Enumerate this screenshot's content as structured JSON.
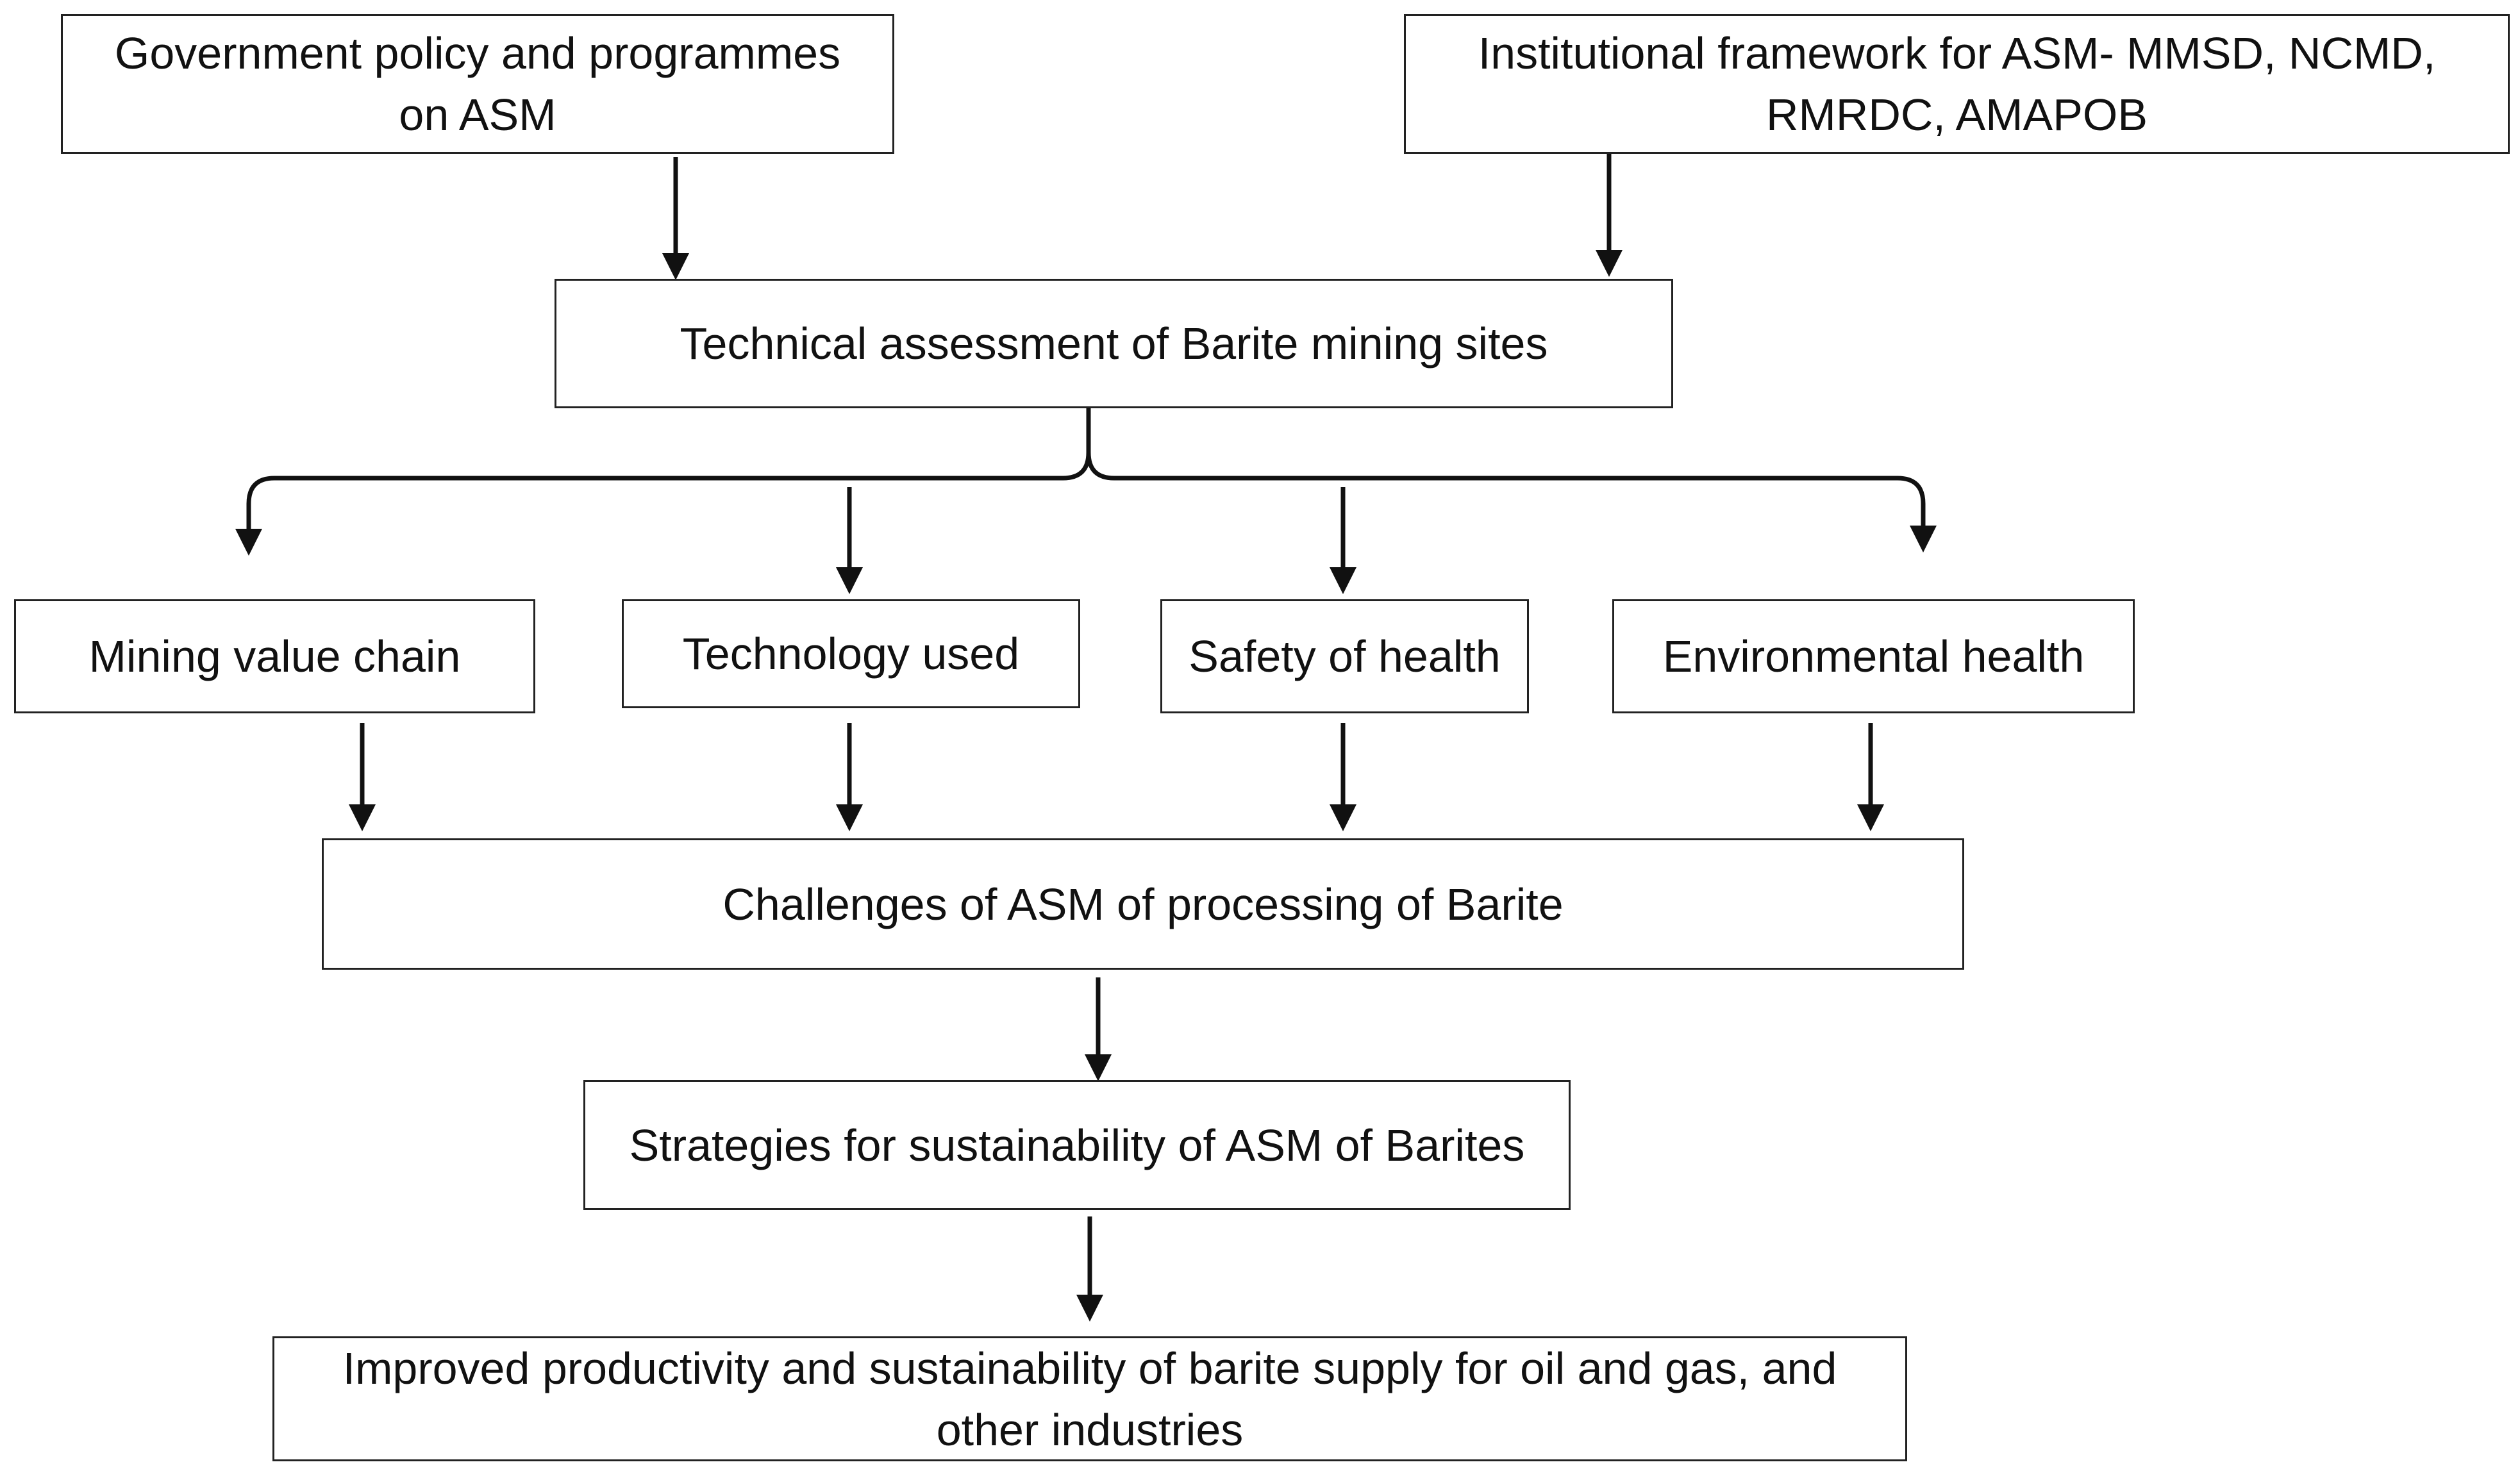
{
  "nodes": {
    "government_policy": "Government policy and programmes\non ASM",
    "institutional_framework": "Institutional framework for ASM- MMSD, NCMD,\nRMRDC, AMAPOB",
    "technical_assessment": "Technical assessment of Barite mining sites",
    "mining_value_chain": "Mining value chain",
    "technology_used": "Technology used",
    "safety_of_health": "Safety of health",
    "environmental_health": "Environmental health",
    "challenges": "Challenges of ASM of processing of Barite",
    "strategies": "Strategies for sustainability of ASM of Barites",
    "outcome": "Improved productivity and sustainability of barite supply for oil and gas, and\nother industries"
  },
  "colors": {
    "stroke": "#111111",
    "border": "#222222",
    "background": "#ffffff"
  }
}
